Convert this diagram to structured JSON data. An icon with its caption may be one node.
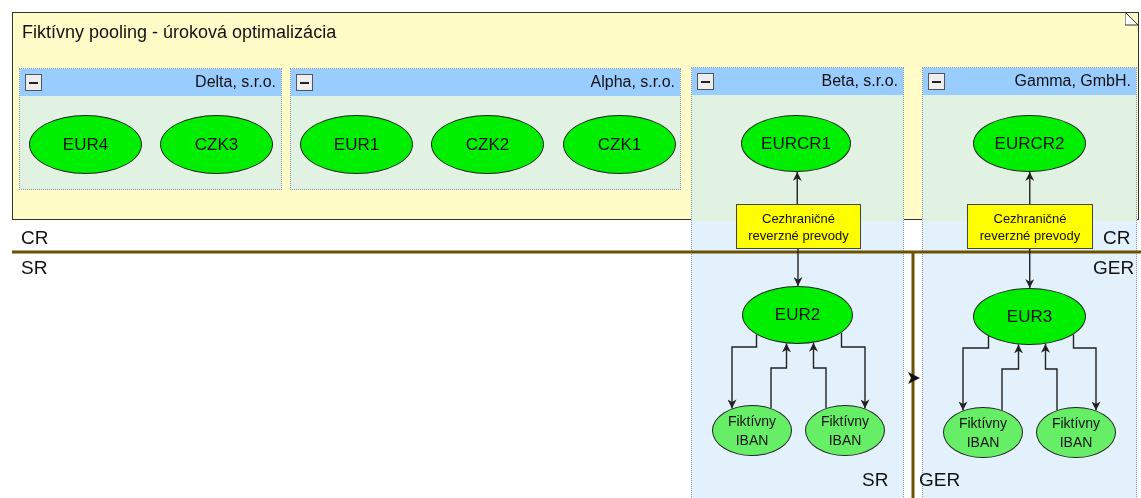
{
  "diagram": {
    "nodes": [
      {
        "text": [
          "Fiktívny pooling - úroková optimalizácia"
        ]
      },
      {
        "text": [
          "Delta, s.r.o."
        ],
        "in": 0
      },
      {
        "text": [
          "EUR4"
        ],
        "in": 1
      },
      {
        "text": [
          "CZK3"
        ],
        "in": 1
      },
      {
        "text": [
          "Alpha, s.r.o."
        ],
        "in": 0
      },
      {
        "text": [
          "EUR1"
        ],
        "in": 4
      },
      {
        "text": [
          "CZK2"
        ],
        "in": 4
      },
      {
        "text": [
          "CZK1"
        ],
        "in": 4
      },
      {
        "text": [
          "Beta, s.r.o."
        ]
      },
      {
        "text": [
          "EURCR1"
        ]
      },
      {
        "text": [
          "Cezhraničné reverzné prevody"
        ],
        "in": 8
      },
      {
        "text": [
          "EUR2"
        ],
        "in": 8
      },
      {
        "text": [
          "Fiktívny IBAN"
        ],
        "in": 8
      },
      {
        "text": [
          "Fiktívny IBAN"
        ],
        "in": 8
      },
      {
        "text": [
          "Gamma, GmbH."
        ]
      },
      {
        "text": [
          "EURCR2"
        ]
      },
      {
        "text": [
          "Cezhraničné reverzné prevody"
        ],
        "in": 14
      },
      {
        "text": [
          "EUR3"
        ],
        "in": 14
      },
      {
        "text": [
          "Fiktívny IBAN"
        ],
        "in": 14
      },
      {
        "text": [
          "Fiktívny IBAN"
        ],
        "in": 14
      }
    ],
    "edges": [
      {
        "from": 10,
        "to": 9,
        "arrow": "to"
      },
      {
        "from": 10,
        "to": 11,
        "arrow": "to"
      },
      {
        "from": 11,
        "to": 12,
        "arrow": "to"
      },
      {
        "from": 12,
        "to": 11,
        "arrow": "to"
      },
      {
        "from": 13,
        "to": 11,
        "arrow": "to"
      },
      {
        "from": 11,
        "to": 13,
        "arrow": "to"
      },
      {
        "from": 16,
        "to": 15,
        "arrow": "to"
      },
      {
        "from": 16,
        "to": 17,
        "arrow": "to"
      },
      {
        "from": 17,
        "to": 18,
        "arrow": "to"
      },
      {
        "from": 18,
        "to": 17,
        "arrow": "to"
      },
      {
        "from": 19,
        "to": 17,
        "arrow": "to"
      },
      {
        "from": 17,
        "to": 19,
        "arrow": "to"
      }
    ],
    "labels": [
      "CR",
      "SR",
      "CR",
      "GER",
      "SR",
      "GER"
    ]
  }
}
